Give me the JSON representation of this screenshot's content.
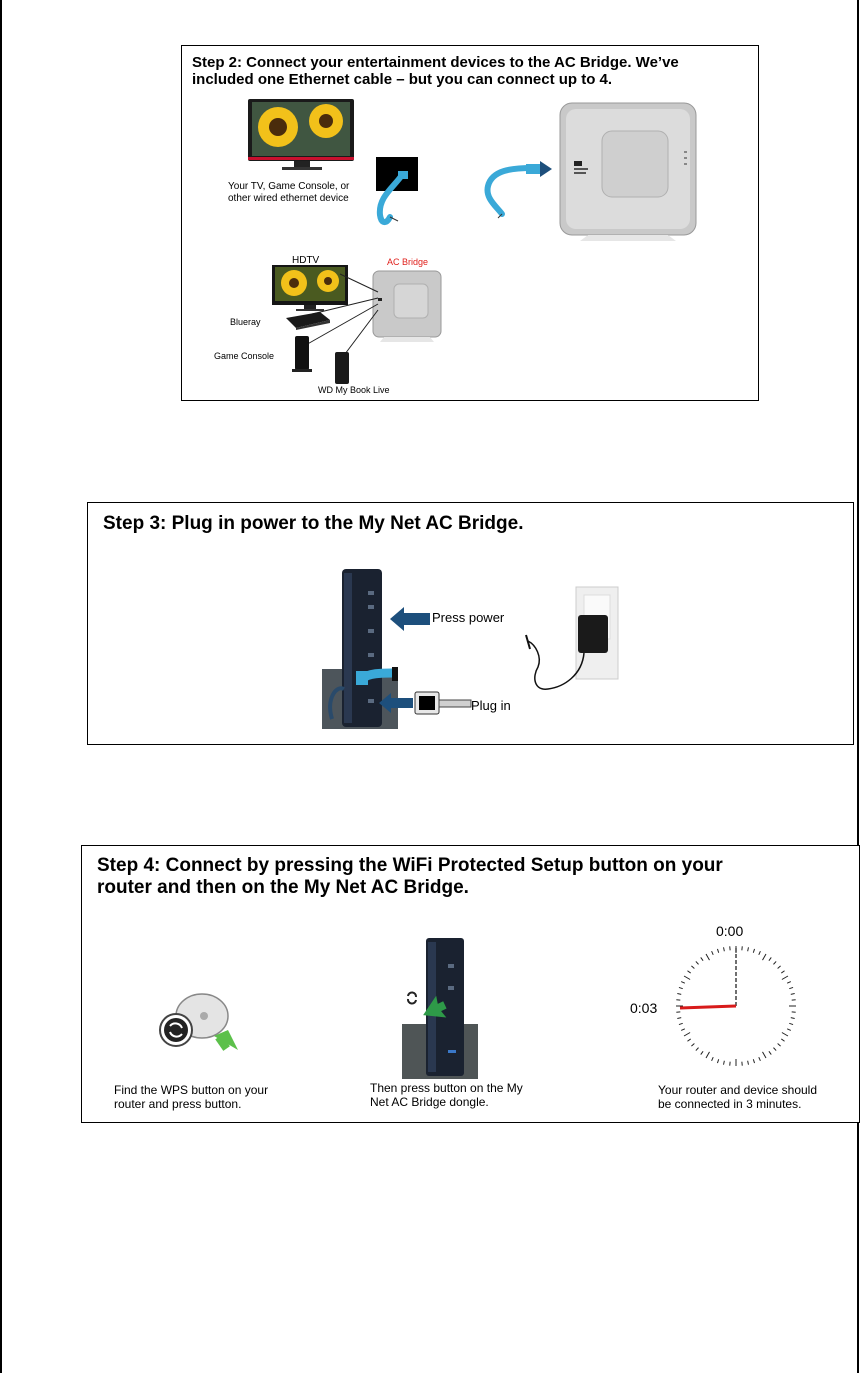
{
  "step2": {
    "title_line1": "Step 2: Connect your entertainment devices to the AC Bridge.  We’ve",
    "title_line2": "included one Ethernet cable – but you can connect up to 4.",
    "tv_caption_line1": "Your TV, Game Console, or",
    "tv_caption_line2": "other wired ethernet device",
    "label_hdtv": "HDTV",
    "label_ac_bridge": "AC Bridge",
    "label_blueray": "Blueray",
    "label_game_console": "Game Console",
    "label_wd": "WD My Book Live"
  },
  "step3": {
    "title": "Step 3: Plug in power to the My Net AC Bridge.",
    "label_press_power": "Press power",
    "label_plug_in": "Plug in"
  },
  "step4": {
    "title_line1": "Step 4: Connect by pressing the WiFi Protected Setup button on your",
    "title_line2": "router and then on the My Net AC Bridge.",
    "caption1_line1": "Find the WPS button on your",
    "caption1_line2": "router and press button.",
    "caption2_line1": "Then press button on the My",
    "caption2_line2": "Net AC Bridge dongle.",
    "caption3_line1": "Your router and device should",
    "caption3_line2": "be connected in 3 minutes.",
    "clock_top_label": "0:00",
    "clock_left_label": "0:03"
  },
  "colors": {
    "ethernet_blue": "#3aa9d8",
    "arrow_navy": "#1d4f7c",
    "ac_bridge_red": "#e0201c",
    "wps_green": "#5cc04a",
    "clock_hand_red": "#d81b1b"
  }
}
